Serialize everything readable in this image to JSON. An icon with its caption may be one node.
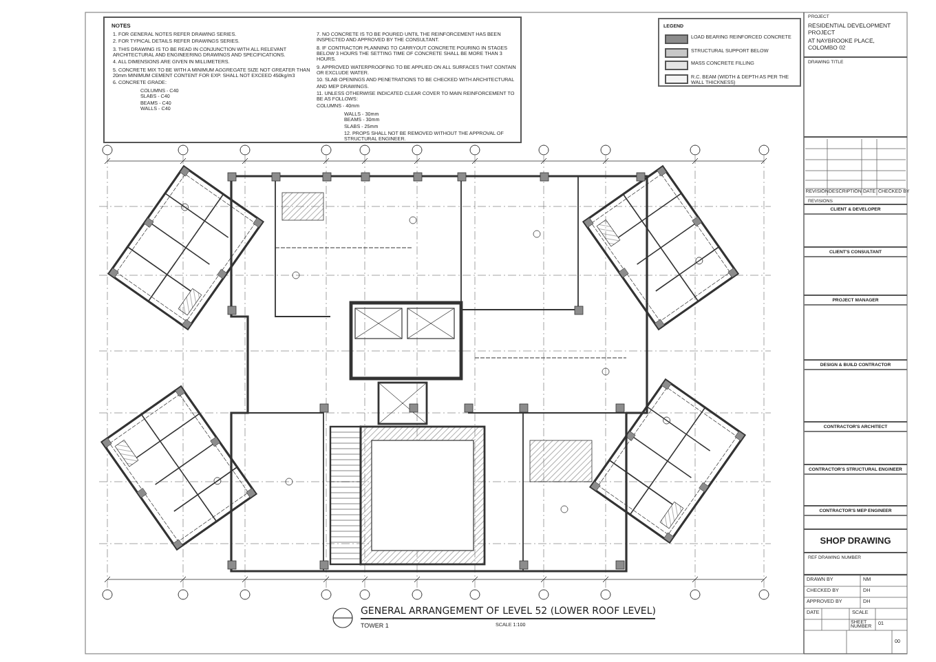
{
  "diagram": {
    "title": "GENERAL ARRANGEMENT OF LEVEL 52 (LOWER ROOF LEVEL)",
    "nodes": [
      {
        "text": [
          "NOTES",
          "1.  FOR GENERAL NOTES REFER DRAWING SERIES.",
          "2.  FOR TYPICAL DETAILS REFER DRAWINGS SERIES.",
          "3.  THIS DRAWING IS TO BE READ IN CONJUNCTION WITH ALL RELEVANT ARCHITECTURAL AND ENGINEERING DRAWINGS AND SPECIFICATIONS.",
          "4.  ALL DIMENSIONS ARE GIVEN IN MILLIMETERS.",
          "5.  CONCRETE MIX TO BE WITH A MINIMUM AGGREGATE SIZE NOT GREATER THAN 20mm MINIMUM CEMENT CONTENT FOR EXP. SHALL NOT EXCEED 450kg/m3",
          "6.  CONCRETE GRADE:",
          "COLUMNS  -  C40",
          "SLABS  -  C40",
          "BEAMS  -  C40",
          "WALLS  -  C40",
          "7.  NO CONCRETE IS TO BE POURED UNTIL THE REINFORCEMENT HAS BEEN INSPECTED AND APPROVED BY THE CONSULTANT.",
          "8.  IF CONTRACTOR PLANNING TO CARRYOUT CONCRETE POURING IN STAGES BELOW 3 HOURS THE SETTING TIME OF CONCRETE SHALL BE MORE THAN 3 HOURS.",
          "9.  APPROVED WATERPROOFING TO BE APPLIED ON ALL SURFACES THAT CONTAIN OR EXCLUDE WATER.",
          "10.  SLAB OPENINGS AND PENETRATIONS TO BE CHECKED WITH ARCHITECTURAL AND MEP DRAWINGS.",
          "11.  UNLESS OTHERWISE INDICATED CLEAR COVER TO MAIN REINFORCEMENT TO BE AS FOLLOWS:",
          "COLUMNS  -  40mm",
          "WALLS  -  30mm",
          "BEAMS  -  30mm",
          "SLABS  -  25mm",
          "12.  PROPS SHALL NOT BE REMOVED WITHOUT THE APPROVAL OF STRUCTURAL ENGINEER."
        ]
      },
      {
        "text": [
          "LEGEND"
        ]
      },
      {
        "text": [
          "PROJECT",
          "RESIDENTIAL DEVELOPMENT PROJECT",
          "AT NAYBROOKE PLACE, COLOMBO 02"
        ]
      },
      {
        "text": [
          "DRAWING TITLE"
        ]
      },
      {
        "text": [
          "REVISIONS"
        ]
      },
      {
        "text": [
          "CLIENT & DEVELOPER"
        ]
      },
      {
        "text": [
          "CLIENT'S CONSULTANT"
        ]
      },
      {
        "text": [
          "PROJECT MANAGER"
        ]
      },
      {
        "text": [
          "DESIGN & BUILD CONTRACTOR"
        ]
      },
      {
        "text": [
          "CONTRACTOR'S ARCHITECT"
        ]
      },
      {
        "text": [
          "CONTRACTOR'S STRUCTURAL ENGINEER"
        ]
      },
      {
        "text": [
          "CONTRACTOR'S MEP ENGINEER"
        ]
      },
      {
        "text": [
          "SHOP DRAWING"
        ]
      },
      {
        "text": [
          "REF DRAWING NUMBER"
        ]
      }
    ],
    "labels": [
      "REVISION",
      "DESCRIPTION",
      "DATE",
      "CHECKED BY",
      "DRAWN BY",
      "NM",
      "CHECKED BY",
      "DH",
      "APPROVED BY",
      "DH",
      "DATE",
      "SCALE",
      "SHEET NUMBER",
      "01",
      "00",
      "TOWER 1",
      "SCALE 1:100"
    ],
    "legend": [
      {
        "text": "LOAD BEARING REINFORCED CONCRETE",
        "color": "#8c8c8c"
      },
      {
        "text": "STRUCTURAL SUPPORT BELOW",
        "color": "#c8c8c8"
      },
      {
        "text": "MASS CONCRETE FILLING",
        "color": "#e4e4e4"
      },
      {
        "text": "R.C. BEAM (WIDTH & DEPTH AS PER THE WALL THICKNESS)",
        "color": "#f4f4f4"
      }
    ]
  }
}
